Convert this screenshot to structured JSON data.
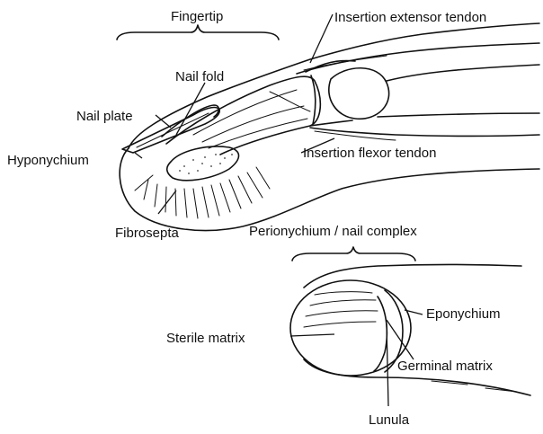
{
  "diagram": {
    "top": {
      "bracket_label": "Fingertip",
      "labels": {
        "insertion_extensor": "Insertion extensor tendon",
        "nail_fold": "Nail fold",
        "nail_plate": "Nail plate",
        "hyponychium": "Hyponychium",
        "insertion_flexor": "Insertion flexor tendon",
        "fibrosepta": "Fibrosepta"
      }
    },
    "bottom": {
      "bracket_label": "Perionychium / nail complex",
      "labels": {
        "eponychium": "Eponychium",
        "sterile_matrix": "Sterile matrix",
        "germinal_matrix": "Germinal matrix",
        "lunula": "Lunula"
      }
    }
  }
}
